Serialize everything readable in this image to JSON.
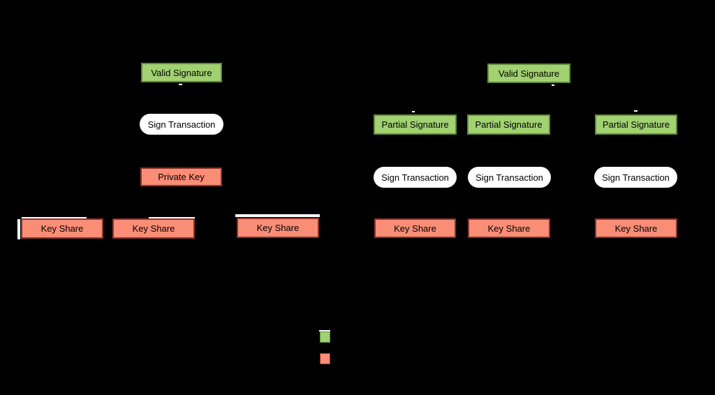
{
  "canvas": {
    "background": "#000000"
  },
  "colors": {
    "green_fill": "#A2D171",
    "green_border": "#5E8A3C",
    "salmon_fill": "#FA8D76",
    "salmon_border": "#8A352A",
    "ellipse_fill": "#FFFFFF",
    "label_text": "#000000",
    "artifact": "#FFFFFF"
  },
  "left_diagram": {
    "valid_signature": "Valid Signature",
    "sign_transaction": "Sign Transaction",
    "private_key": "Private Key",
    "key_shares": [
      "Key Share",
      "Key Share",
      "Key Share"
    ]
  },
  "right_diagram": {
    "valid_signature": "Valid Signature",
    "partial_signatures": [
      "Partial Signature",
      "Partial Signature",
      "Partial Signature"
    ],
    "sign_transactions": [
      "Sign Transaction",
      "Sign Transaction",
      "Sign Transaction"
    ],
    "key_shares": [
      "Key Share",
      "Key Share",
      "Key Share"
    ]
  },
  "legend": {
    "swatches": [
      {
        "name": "green",
        "color": "#A2D171"
      },
      {
        "name": "salmon",
        "color": "#FA8D76"
      }
    ]
  }
}
